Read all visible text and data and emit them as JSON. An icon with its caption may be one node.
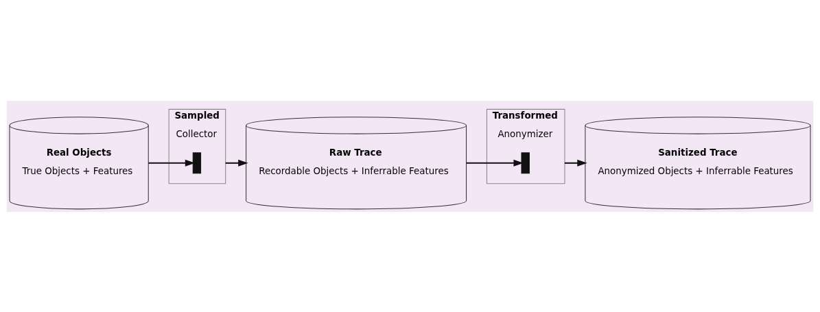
{
  "diagram": {
    "nodes": [
      {
        "text": [
          "Real Objects",
          "True Objects + Features"
        ]
      },
      {
        "text": [
          "Sampled",
          "Collector"
        ]
      },
      {
        "text": [],
        "shape": "bar",
        "in": 1
      },
      {
        "text": [
          "Raw Trace",
          "Recordable Objects + Inferrable Features"
        ]
      },
      {
        "text": [
          "Transformed",
          "Anonymizer"
        ]
      },
      {
        "text": [],
        "shape": "bar",
        "in": 4
      },
      {
        "text": [
          "Sanitized Trace",
          "Anonymized Objects + Inferrable Features"
        ]
      }
    ],
    "edges": [
      {
        "from": 0,
        "to": 2,
        "arrow": "to"
      },
      {
        "from": 1,
        "to": 3,
        "arrow": "to"
      },
      {
        "from": 3,
        "to": 5,
        "arrow": "to"
      },
      {
        "from": 4,
        "to": 6,
        "arrow": "to"
      }
    ]
  }
}
